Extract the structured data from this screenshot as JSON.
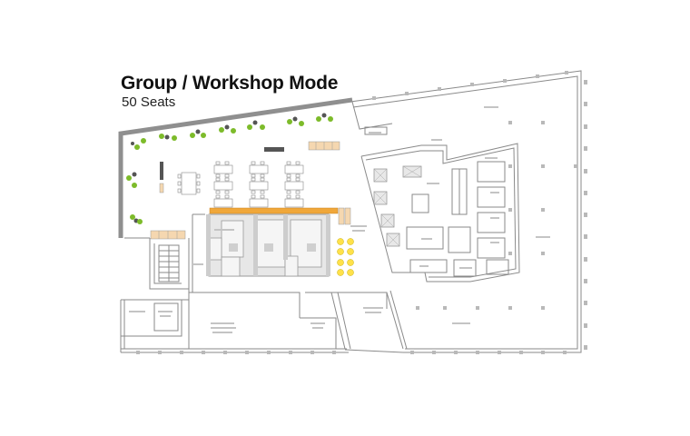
{
  "header": {
    "title": "Group / Workshop Mode",
    "subtitle": "50 Seats"
  },
  "colors": {
    "wall": "#8f8f8f",
    "table": "#ffffff",
    "chair_green": "#7dbb2a",
    "chair_dark": "#555555",
    "counter_orange": "#f0a73a",
    "chair_yellow": "#ffe14a",
    "wood": "#f5d7b0",
    "core_grey": "#dcdcdc"
  },
  "icons": {
    "lounge_chairs": "chair-icon",
    "stools": "stool-icon",
    "elevators": "elevator-icon",
    "stairs": "stairs-icon",
    "restrooms": "restroom-icon"
  },
  "plan": {
    "zones": [
      "lounge-row",
      "classroom-tables",
      "service-counter",
      "restroom-core",
      "overflow-stools",
      "building-core",
      "open-office-east",
      "south-wing"
    ]
  }
}
